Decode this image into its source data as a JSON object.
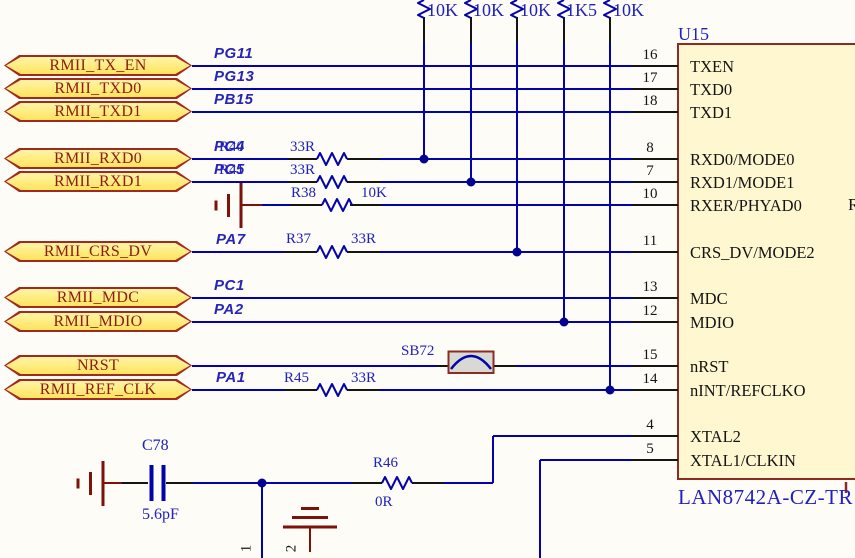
{
  "schematic": {
    "chip": {
      "designator": "U15",
      "part_number": "LAN8742A-CZ-TR",
      "pins_left": [
        {
          "number": "16",
          "name": "TXEN"
        },
        {
          "number": "17",
          "name": "TXD0"
        },
        {
          "number": "18",
          "name": "TXD1"
        },
        {
          "number": "8",
          "name": "RXD0/MODE0"
        },
        {
          "number": "7",
          "name": "RXD1/MODE1"
        },
        {
          "number": "10",
          "name": "RXER/PHYAD0"
        },
        {
          "number": "11",
          "name": "CRS_DV/MODE2"
        },
        {
          "number": "13",
          "name": "MDC"
        },
        {
          "number": "12",
          "name": "MDIO"
        },
        {
          "number": "15",
          "name": "nRST"
        },
        {
          "number": "14",
          "name": "nINT/REFCLKO"
        },
        {
          "number": "4",
          "name": "XTAL2"
        },
        {
          "number": "5",
          "name": "XTAL1/CLKIN"
        }
      ],
      "right_pin_fragment": "R"
    },
    "ports": [
      "RMII_TX_EN",
      "RMII_TXD0",
      "RMII_TXD1",
      "RMII_RXD0",
      "RMII_RXD1",
      "RMII_CRS_DV",
      "RMII_MDC",
      "RMII_MDIO",
      "NRST",
      "RMII_REF_CLK"
    ],
    "net_labels": [
      "PG11",
      "PG13",
      "PB15",
      "PC4",
      "PC5",
      "PA7",
      "PC1",
      "PA2",
      "PA1"
    ],
    "pullup_values": [
      "10K",
      "10K",
      "10K",
      "1K5",
      "10K"
    ],
    "resistors": [
      {
        "designator": "R40",
        "value": "33R"
      },
      {
        "designator": "R41",
        "value": "33R"
      },
      {
        "designator": "R38",
        "value": "10K"
      },
      {
        "designator": "R37",
        "value": "33R"
      },
      {
        "designator": "R45",
        "value": "33R"
      },
      {
        "designator": "R46",
        "value": "0R"
      }
    ],
    "capacitor": {
      "designator": "C78",
      "value": "5.6pF"
    },
    "solder_bridge": {
      "designator": "SB72"
    },
    "crystal_pin_numbers": [
      "1",
      "2"
    ],
    "colors": {
      "wire": "#0402AB",
      "component_outline": "#8C2B24",
      "chip_fill": "#FEF7D0",
      "port_fill": "#FFE96E",
      "junction": "#030390",
      "label_blue": "#2021BE"
    }
  }
}
